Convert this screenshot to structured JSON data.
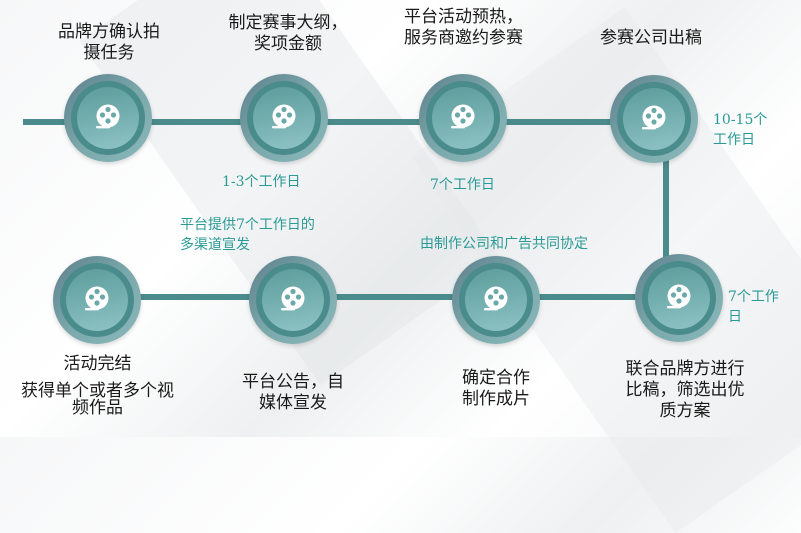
{
  "diagram": {
    "type": "process-flow",
    "colors": {
      "line": "#4b8b8b",
      "node_outer": "#6f9da3",
      "node_ring": "#4a8c8b",
      "node_fill": "#77b1b2",
      "label": "#1a1a1a",
      "duration": "#2a9a96"
    },
    "steps": [
      {
        "label_line1": "品牌方确认拍",
        "label_line2": "摄任务",
        "duration": "",
        "icon": "film-reel-icon"
      },
      {
        "label_line1": "制定赛事大纲，",
        "label_line2": "奖项金额",
        "duration": "1-3个工作日",
        "icon": "film-reel-icon"
      },
      {
        "label_line1": "平台活动预热，",
        "label_line2": "服务商邀约参赛",
        "duration": "7个工作日",
        "icon": "film-reel-icon"
      },
      {
        "label_line1": "参赛公司出稿",
        "label_line2": "",
        "duration_line1": "10-15个",
        "duration_line2": "工作日",
        "icon": "film-reel-icon"
      },
      {
        "label_line1": "联合品牌方进行",
        "label_line2": "比稿，筛选出优",
        "label_line3": "质方案",
        "duration_line1": "7个工作",
        "duration_line2": "日",
        "icon": "film-reel-icon"
      },
      {
        "label_line1": "确定合作",
        "label_line2": "制作成片",
        "duration": "由制作公司和广告共同协定",
        "icon": "film-reel-icon"
      },
      {
        "label_line1": "平台公告，自",
        "label_line2": "媒体宣发",
        "duration_line1": "平台提供7个工作日的",
        "duration_line2": "多渠道宣发",
        "icon": "film-reel-icon"
      },
      {
        "label_line1": "活动完结",
        "label_line2": "获得单个或者多个视",
        "label_line3": "频作品",
        "duration": "",
        "icon": "film-reel-icon"
      }
    ]
  }
}
